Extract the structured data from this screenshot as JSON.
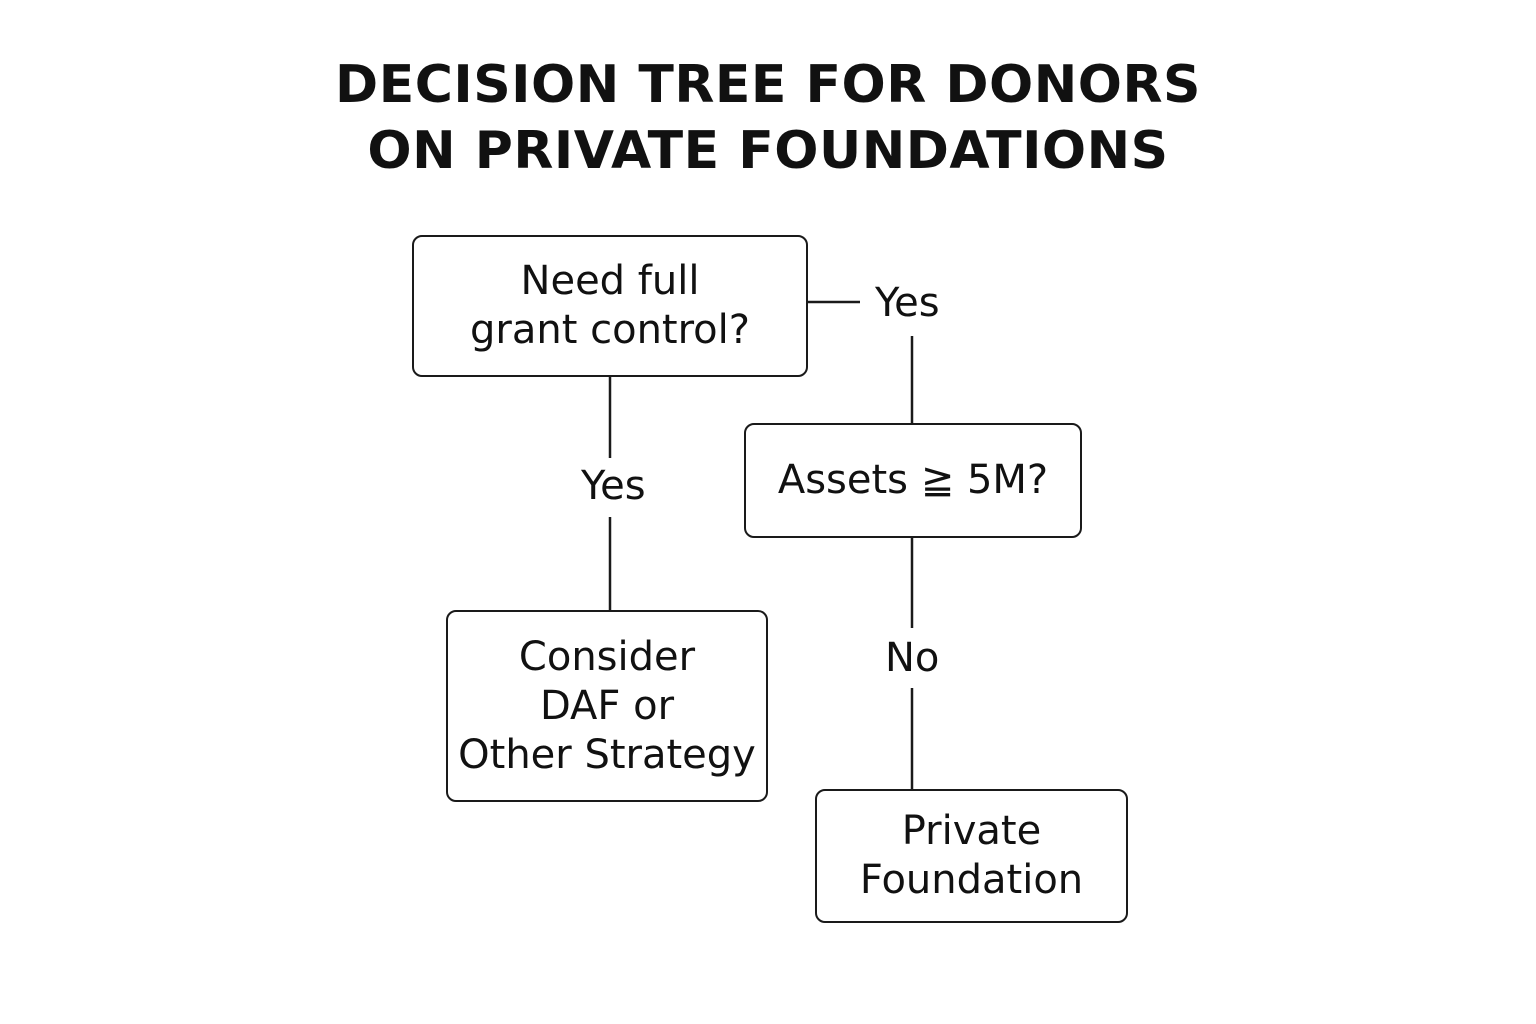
{
  "title": {
    "line1": "DECISION TREE FOR DONORS",
    "line2": "ON PRIVATE FOUNDATIONS"
  },
  "nodes": {
    "grant_control": "Need full\ngrant control?",
    "assets": "Assets ≧ 5M?",
    "daf_strategy": "Consider\nDAF or\nOther Strategy",
    "private_foundation": "Private\nFoundation"
  },
  "edges": {
    "grant_control_to_assets": "Yes",
    "grant_control_to_daf": "Yes",
    "assets_to_private_foundation": "No"
  },
  "colors": {
    "line": "#1a1a1a",
    "text": "#111111",
    "background": "#ffffff"
  }
}
